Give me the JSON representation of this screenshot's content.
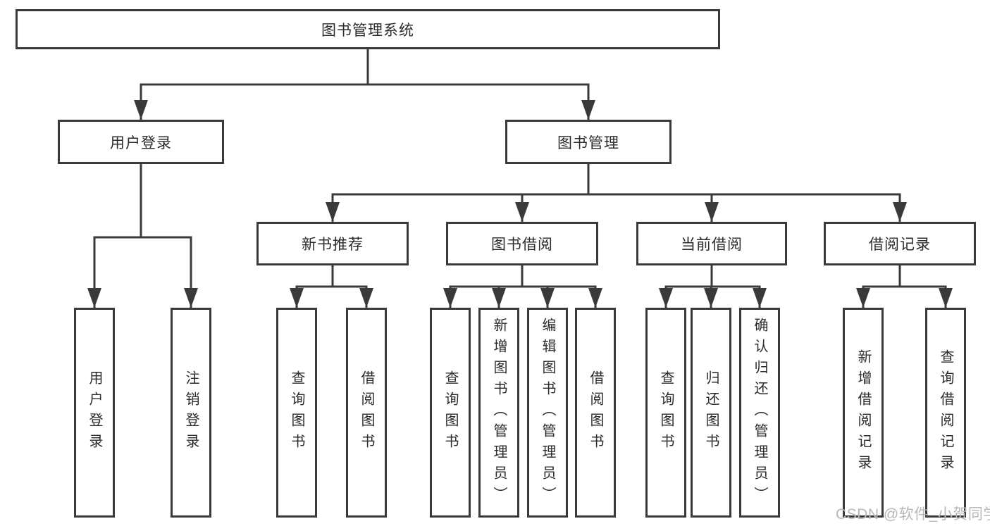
{
  "diagram_type": "hierarchy-tree",
  "tree": {
    "label": "图书管理系统",
    "children": [
      {
        "label": "用户登录",
        "children": [
          {
            "label": "用户登录"
          },
          {
            "label": "注销登录"
          }
        ]
      },
      {
        "label": "图书管理",
        "children": [
          {
            "label": "新书推荐",
            "children": [
              {
                "label": "查询图书"
              },
              {
                "label": "借阅图书"
              }
            ]
          },
          {
            "label": "图书借阅",
            "children": [
              {
                "label": "查询图书"
              },
              {
                "label": "新增图书（管理员）"
              },
              {
                "label": "编辑图书（管理员）"
              },
              {
                "label": "借阅图书"
              }
            ]
          },
          {
            "label": "当前借阅",
            "children": [
              {
                "label": "查询图书"
              },
              {
                "label": "归还图书"
              },
              {
                "label": "确认归还（管理员）"
              }
            ]
          },
          {
            "label": "借阅记录",
            "children": [
              {
                "label": "新增借阅记录"
              },
              {
                "label": "查询借阅记录"
              }
            ]
          }
        ]
      }
    ]
  },
  "watermark": {
    "text": "CSDN @软件_小贺同学"
  },
  "colors": {
    "line": "#3a3a3a",
    "box_border": "#3a3a3a",
    "text": "#2b2b2b",
    "box_background": "#ffffff",
    "watermark": "#b6b8bc",
    "background": "#ffffff"
  }
}
